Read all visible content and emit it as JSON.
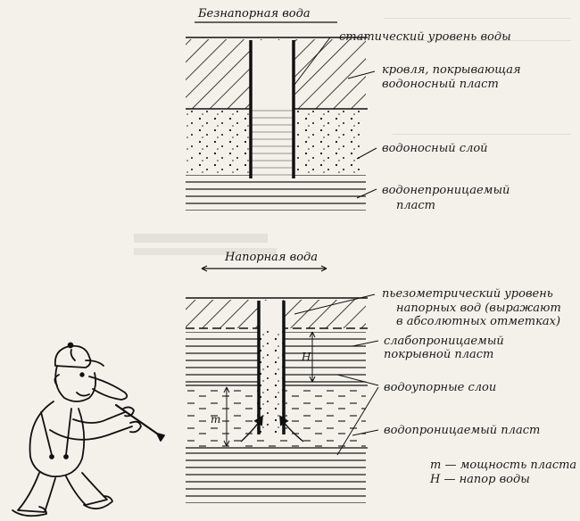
{
  "top_diagram": {
    "title": "Безнапорная вода",
    "labels": {
      "static_level": "статический уровень воды",
      "roof_line1": "кровля, покрывающая",
      "roof_line2": "водоносный пласт",
      "aquifer": "водоносный слой",
      "impermeable_line1": "водонепроницаемый",
      "impermeable_line2": "пласт"
    }
  },
  "bottom_diagram": {
    "title": "Напорная вода",
    "labels": {
      "piezo_line1": "пьезометрический уровень",
      "piezo_line2": "напорных вод (выражают",
      "piezo_line3": "в абсолютных отметках)",
      "weak_line1": "слабопроницаемый",
      "weak_line2": "покрывной пласт",
      "confining": "водоупорные слои",
      "permeable": "водопроницаемый пласт",
      "legend_m": "m — мощность пласта",
      "legend_h": "H — напор воды"
    },
    "symbols": {
      "head": "H",
      "thickness": "m"
    }
  }
}
